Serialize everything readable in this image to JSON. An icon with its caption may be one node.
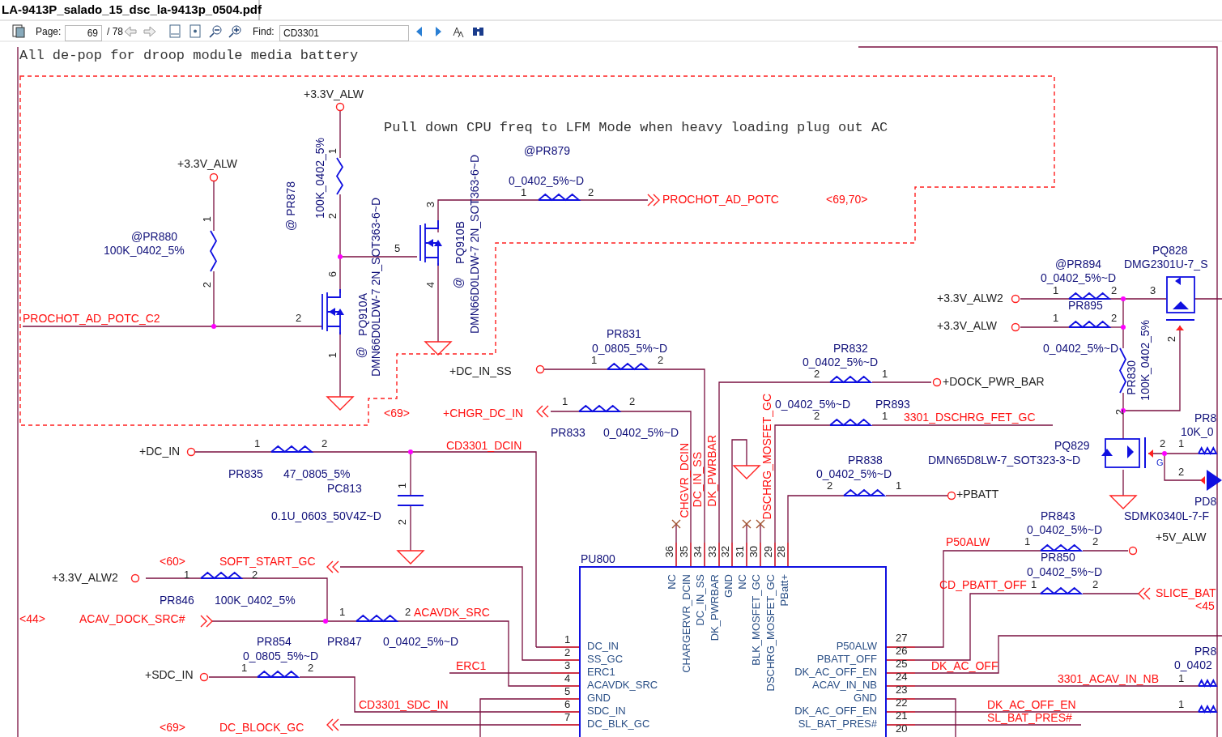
{
  "diagram": {
    "nodes": [
      {
        "text": [
          "Pull down CPU freq to LFM Mode when heavy loading plug out AC"
        ]
      },
      {
        "text": [
          "PU800",
          "DC_IN",
          "SS_GC",
          "ERC1",
          "ACAVDK_SRC",
          "GND",
          "SDC_IN",
          "DC_BLK_GC",
          "NC",
          "CHARGERVR_DCIN",
          "DC_IN_SS",
          "DK_PWRBAR",
          "GND",
          "NC",
          "BLK_MOSFET_GC",
          "DSCHRG_MOSFET_GC",
          "PBatt+",
          "P50ALW",
          "PBATT_OFF",
          "DK_AC_OFF_EN",
          "ACAV_IN_NB",
          "GND",
          "DK_AC_OFF_EN",
          "SL_BAT_PRES#"
        ]
      }
    ],
    "labels": [
      "LA-9413P_salado_15_dsc_la-9413p_0504.pdf",
      "Page:",
      "69",
      "/ 78",
      "Find:",
      "CD3301",
      "All de-pop for droop module media battery",
      "+3.3V_ALW",
      "@PR879",
      "+3.3V_ALW",
      "1",
      "100K_0402_5%",
      "2",
      "@ PR878",
      "0_0402_5%~D",
      "1",
      "2",
      "PROCHOT_AD_POTC",
      "<69,70>",
      "3",
      "DMN66D0LDW-7 2N_SOT363-6~D",
      "PQ910B",
      "@",
      "1",
      "@PR880",
      "100K_0402_5%",
      "2",
      "5",
      "4",
      "6",
      "DMN66D0LDW-7 2N_SOT363-6~D",
      "PQ910A",
      "@",
      "PROCHOT_AD_POTC_C2",
      "2",
      "1",
      "+DC_IN_SS",
      "<69>",
      "PR831",
      "0_0805_5%~D",
      "1",
      "2",
      "PR832",
      "0_0402_5%~D",
      "2",
      "1",
      "+DOCK_PWR_BAR",
      "+CHGR_DC_IN",
      "1",
      "2",
      "DSCHRG_MOSFET_GC",
      "0_0402_5%~D",
      "PR893",
      "2",
      "1",
      "3301_DSCHRG_FET_GC",
      "PR833",
      "0_0402_5%~D",
      "+DC_IN",
      "1",
      "2",
      "CD3301_DCIN",
      "CHGVR_DCIN",
      "DC_IN_SS",
      "DK_PWRBAR",
      "PR838",
      "0_0402_5%~D",
      "2",
      "1",
      "+PBATT",
      "PR835",
      "47_0805_5%",
      "PC813",
      "1",
      "0.1U_0603_50V4Z~D",
      "2",
      "36",
      "35",
      "34",
      "33",
      "32",
      "31",
      "30",
      "29",
      "28",
      "+3.3V_ALW2",
      "<60>",
      "1",
      "SOFT_START_GC",
      "2",
      "PR846",
      "100K_0402_5%",
      "<44>",
      "ACAV_DOCK_SRC#",
      "1",
      "2",
      "ACAVDK_SRC",
      "PR854",
      "PR847",
      "0_0402_5%~D",
      "0_0805_5%~D",
      "1",
      "2",
      "+SDC_IN",
      "ERC1",
      "CD3301_SDC_IN",
      "<69>",
      "DC_BLOCK_GC",
      "1",
      "2",
      "3",
      "4",
      "5",
      "6",
      "7",
      "27",
      "26",
      "25",
      "24",
      "23",
      "22",
      "21",
      "20",
      "@PR894",
      "PQ828",
      "DMG2301U-7_S",
      "0_0402_5%~D",
      "1",
      "2",
      "3",
      "+3.3V_ALW2",
      "PR895",
      "+3.3V_ALW",
      "1",
      "2",
      "0_0402_5%~D",
      "PR830",
      "100K_0402_5%",
      "2",
      "2",
      "PQ829",
      "DMN65D8LW-7_SOT323-3~D",
      "PR8",
      "10K_0",
      "2",
      "1",
      "G",
      "2",
      "PD8",
      "PR843",
      "SDMK0340L-7-F",
      "0_0402_5%~D",
      "P50ALW",
      "1",
      "2",
      "+5V_ALW",
      "PR850",
      "0_0402_5%~D",
      "CD_PBATT_OFF",
      "1",
      "2",
      "SLICE_BAT",
      "<45",
      "DK_AC_OFF",
      "PR8",
      "0_0402",
      "3301_ACAV_IN_NB",
      "1",
      "DK_AC_OFF_EN",
      "1",
      "SL_BAT_PRES#"
    ]
  }
}
